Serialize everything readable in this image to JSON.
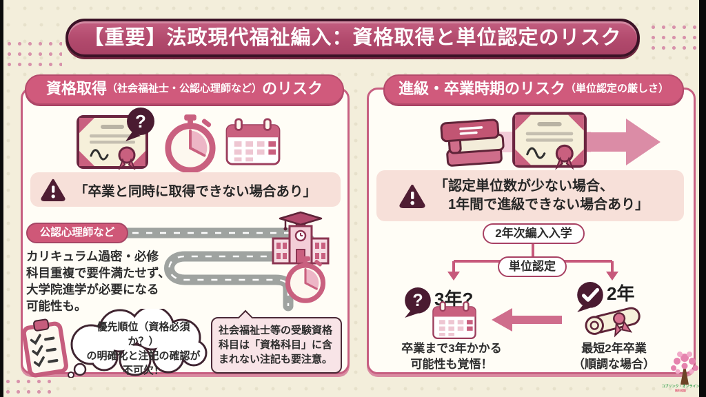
{
  "title": "【重要】法政現代福祉編入：資格取得と単位認定のリスク",
  "colors": {
    "background_cream": "#f3eedb",
    "accent_pink": "#c9607f",
    "header_pink": "#d05a7c",
    "dark_maroon": "#4a1b31",
    "banner_rose": "#b24a6d",
    "warning_bg": "#f7e0d9"
  },
  "left": {
    "header_main1": "資格取得",
    "header_small": "（社会福祉士・公認心理師など）",
    "header_main2": "のリスク",
    "warning": "「卒業と同時に取得できない場合あり」",
    "tag": "公認心理師など",
    "body": "カリキュラム過密・必修\n科目重複で要件満たせず、\n大学院進学が必要になる\n可能性も。",
    "thought": "優先順位（資格必須か？）\nの明確化と注記の確認が\n不可欠！",
    "note": "社会福祉士等の受験資格\n科目は「資格科目」に含\nまれない注記も要注意。"
  },
  "right": {
    "header_main": "進級・卒業時期のリスク",
    "header_small": "（単位認定の厳しさ）",
    "warning": "「認定単位数が少ない場合、\n　1年間で進級できない場合あり」",
    "flow_start": "2年次編入入学",
    "flow_mid": "単位認定",
    "branch_left_label": "3年?",
    "branch_right_label": "2年",
    "branch_left_caption": "卒業まで3年かかる\n可能性も覚悟！",
    "branch_right_caption": "最短2年卒業\n（順調な場合）"
  },
  "glyphs": {
    "question": "?"
  },
  "logo": {
    "line1": "コブリンク・オンライン",
    "line2": "無料相談"
  }
}
